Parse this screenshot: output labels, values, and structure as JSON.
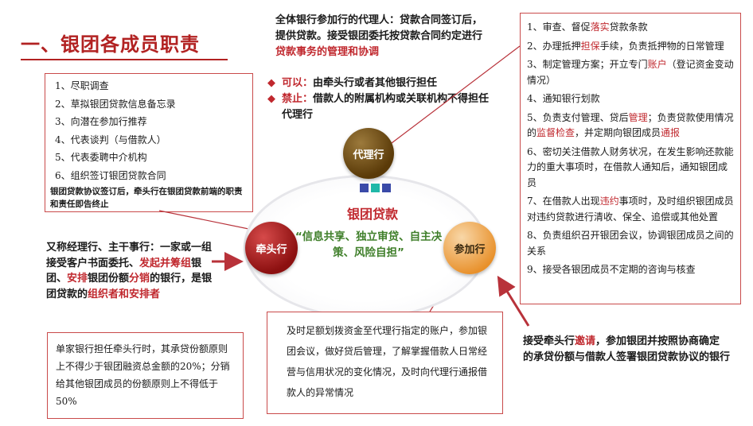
{
  "title": "一、银团各成员职责",
  "lead_duties": {
    "items": [
      "1、尽职调查",
      "2、草拟银团贷款信息备忘录",
      "3、向潜在参加行推荐",
      "4、代表谈判（与借款人）",
      "5、代表委聘中介机构",
      "6、组织签订银团贷款合同"
    ],
    "note": "银团贷款协议签订后，牵头行在银团贷款前端的职责和责任即告终止"
  },
  "agent_desc": {
    "text": "全体银行参加行的代理人：贷款合同签订后，提供贷款。接受银团委托按贷款合同约定进行",
    "highlight": "贷款事务的管理和协调"
  },
  "agent_rules": [
    {
      "label": "可以：",
      "text": "由牵头行或者其他银行担任"
    },
    {
      "label": "禁止：",
      "text": "借款人的附属机构或关联机构不得担任代理行"
    }
  ],
  "participant_duties": [
    [
      {
        "t": "1、审查、督促"
      },
      {
        "t": "落实",
        "red": true
      },
      {
        "t": "贷款条款"
      }
    ],
    [
      {
        "t": "2、办理抵押"
      },
      {
        "t": "担保",
        "red": true
      },
      {
        "t": "手续，负责抵押物的日常管理"
      }
    ],
    [
      {
        "t": "3、制定管理方案；开立专门"
      },
      {
        "t": "账户",
        "red": true
      },
      {
        "t": "（登记资金变动情况）"
      }
    ],
    [
      {
        "t": "4、通知银行划款"
      }
    ],
    [
      {
        "t": "5、负责支付管理、贷后"
      },
      {
        "t": "管理",
        "red": true
      },
      {
        "t": "；负责贷款使用情况的"
      },
      {
        "t": "监督检查",
        "red": true
      },
      {
        "t": "，并定期向银团成员"
      },
      {
        "t": "通报",
        "red": true
      }
    ],
    [
      {
        "t": "6、密切关注借款人财务状况，在发生影响还款能力的重大事项时，在借款人通知后，通知银团成员"
      }
    ],
    [
      {
        "t": "7、在借款人出现"
      },
      {
        "t": "违约",
        "red": true
      },
      {
        "t": "事项时，及时组织银团成员对违约贷款进行清收、保全、追偿或其他处置"
      }
    ],
    [
      {
        "t": "8、负责组织召开银团会议，协调银团成员之间的关系"
      }
    ],
    [
      {
        "t": "9、接受各银团成员不定期的咨询与核查"
      }
    ]
  ],
  "center": {
    "agent_label": "代理行",
    "lead_label": "牵头行",
    "participant_label": "参加行",
    "title": "银团贷款",
    "slogan": "“信息共享、独立审贷、自主决策、风险自担”"
  },
  "lead_desc": [
    {
      "t": "又称经理行、主干事行：一家或一组接受客户书面委托、"
    },
    {
      "t": "发起并筹组",
      "red": true
    },
    {
      "t": "银团、"
    },
    {
      "t": "安排",
      "red": true
    },
    {
      "t": "银团份额"
    },
    {
      "t": "分销",
      "red": true
    },
    {
      "t": "的银行，是银团贷款的"
    },
    {
      "t": "组织者和安排者",
      "red": true
    }
  ],
  "single_lead_text": "单家银行担任牵头行时，其承贷份额原则上不得少于银团融资总金额的20%；分销给其他银团成员的份额原则上不得低于50%",
  "agent_duty_text": "及时足额划拨资金至代理行指定的账户，参加银团会议，做好贷后管理，了解掌握借款人日常经营与信用状况的变化情况，及时向代理行通报借款人的异常情况",
  "participant_desc": [
    {
      "t": "接受牵头行"
    },
    {
      "t": "邀请",
      "red": true
    },
    {
      "t": "，参加银团并按照协商确定的承贷份额与借款人签署银团贷款协议的银行"
    }
  ],
  "colors": {
    "accent_red": "#c0282e",
    "title_red": "#b22222",
    "slogan_green": "#3f7f2a",
    "square_blue": "#3a4aa8",
    "square_teal": "#20b8a8"
  }
}
